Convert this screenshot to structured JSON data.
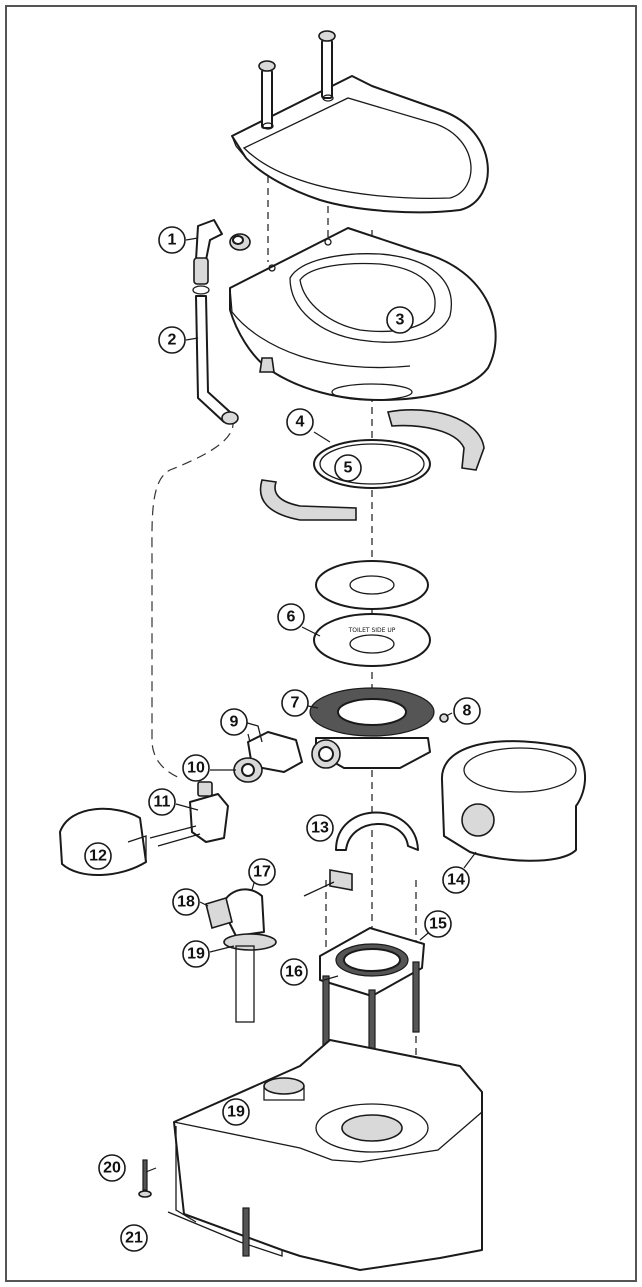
{
  "callouts": [
    {
      "label": "1"
    },
    {
      "label": "2"
    },
    {
      "label": "3"
    },
    {
      "label": "4"
    },
    {
      "label": "5"
    },
    {
      "label": "6"
    },
    {
      "label": "7"
    },
    {
      "label": "8"
    },
    {
      "label": "9"
    },
    {
      "label": "10"
    },
    {
      "label": "11"
    },
    {
      "label": "12"
    },
    {
      "label": "13"
    },
    {
      "label": "14"
    },
    {
      "label": "15"
    },
    {
      "label": "16"
    },
    {
      "label": "17"
    },
    {
      "label": "18"
    },
    {
      "label": "19"
    },
    {
      "label": "19"
    },
    {
      "label": "20"
    },
    {
      "label": "21"
    }
  ],
  "gasket_print": "TOILET SIDE UP",
  "colors": {
    "line": "#1a1a1a",
    "background": "#ffffff",
    "border": "#555555"
  }
}
